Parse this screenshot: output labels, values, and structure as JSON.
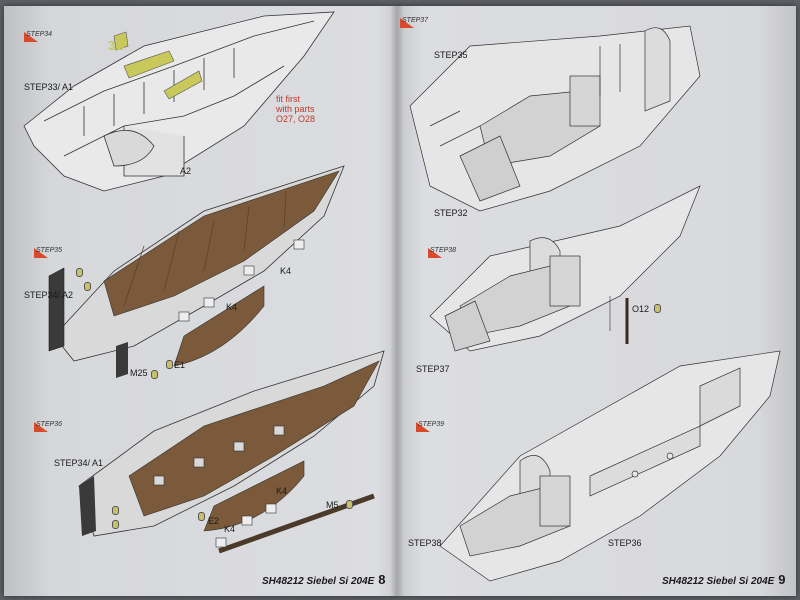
{
  "left_page": {
    "steps": [
      {
        "tag": "STEP34",
        "labels": {
          "step_ref": "STEP33/ A1",
          "part": "A2",
          "decal": "3U"
        },
        "note": [
          "fit first",
          "with parts",
          "O27, O28"
        ]
      },
      {
        "tag": "STEP35",
        "labels": {
          "step_ref": "STEP34/ A2",
          "k4a": "K4",
          "k4b": "K4",
          "m25": "M25",
          "e1": "E1"
        }
      },
      {
        "tag": "STEP36",
        "labels": {
          "step_ref": "STEP34/ A1",
          "k4a": "K4",
          "k4b": "K4",
          "m5": "M5",
          "e2": "E2"
        }
      }
    ],
    "footer": {
      "code": "SH48212  Siebel Si 204E",
      "page": "8"
    }
  },
  "right_page": {
    "steps": [
      {
        "tag": "STEP37",
        "labels": {
          "top": "STEP35",
          "bottom": "STEP32"
        }
      },
      {
        "tag": "STEP38",
        "labels": {
          "o12": "O12",
          "bottom": "STEP37"
        }
      },
      {
        "tag": "STEP39",
        "labels": {
          "left": "STEP38",
          "right": "STEP36"
        }
      }
    ],
    "footer": {
      "code": "SH48212  Siebel Si 204E",
      "page": "9"
    }
  },
  "colors": {
    "paper": "#dcdde0",
    "step_tag": "#d84a2a",
    "note_text": "#c0392b",
    "wood": "#7a5a3a",
    "decal": "#c9c85a"
  }
}
